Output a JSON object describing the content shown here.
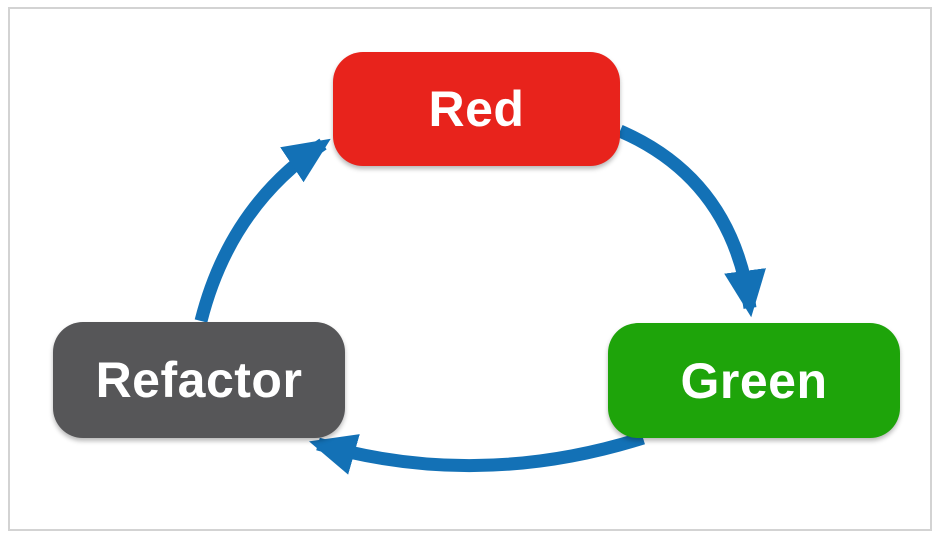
{
  "diagram": {
    "type": "cycle",
    "nodes": [
      {
        "id": "red",
        "label": "Red",
        "color": "#e8231c",
        "text_color": "#ffffff"
      },
      {
        "id": "green",
        "label": "Green",
        "color": "#1ea40a",
        "text_color": "#ffffff"
      },
      {
        "id": "refactor",
        "label": "Refactor",
        "color": "#565658",
        "text_color": "#ffffff"
      }
    ],
    "edges": [
      {
        "from": "Red",
        "to": "Green"
      },
      {
        "from": "Green",
        "to": "Refactor"
      },
      {
        "from": "Refactor",
        "to": "Red"
      }
    ],
    "arrow_color": "#1371b6",
    "canvas_background": "#ffffff",
    "frame_border_color": "#d3d3d3"
  }
}
